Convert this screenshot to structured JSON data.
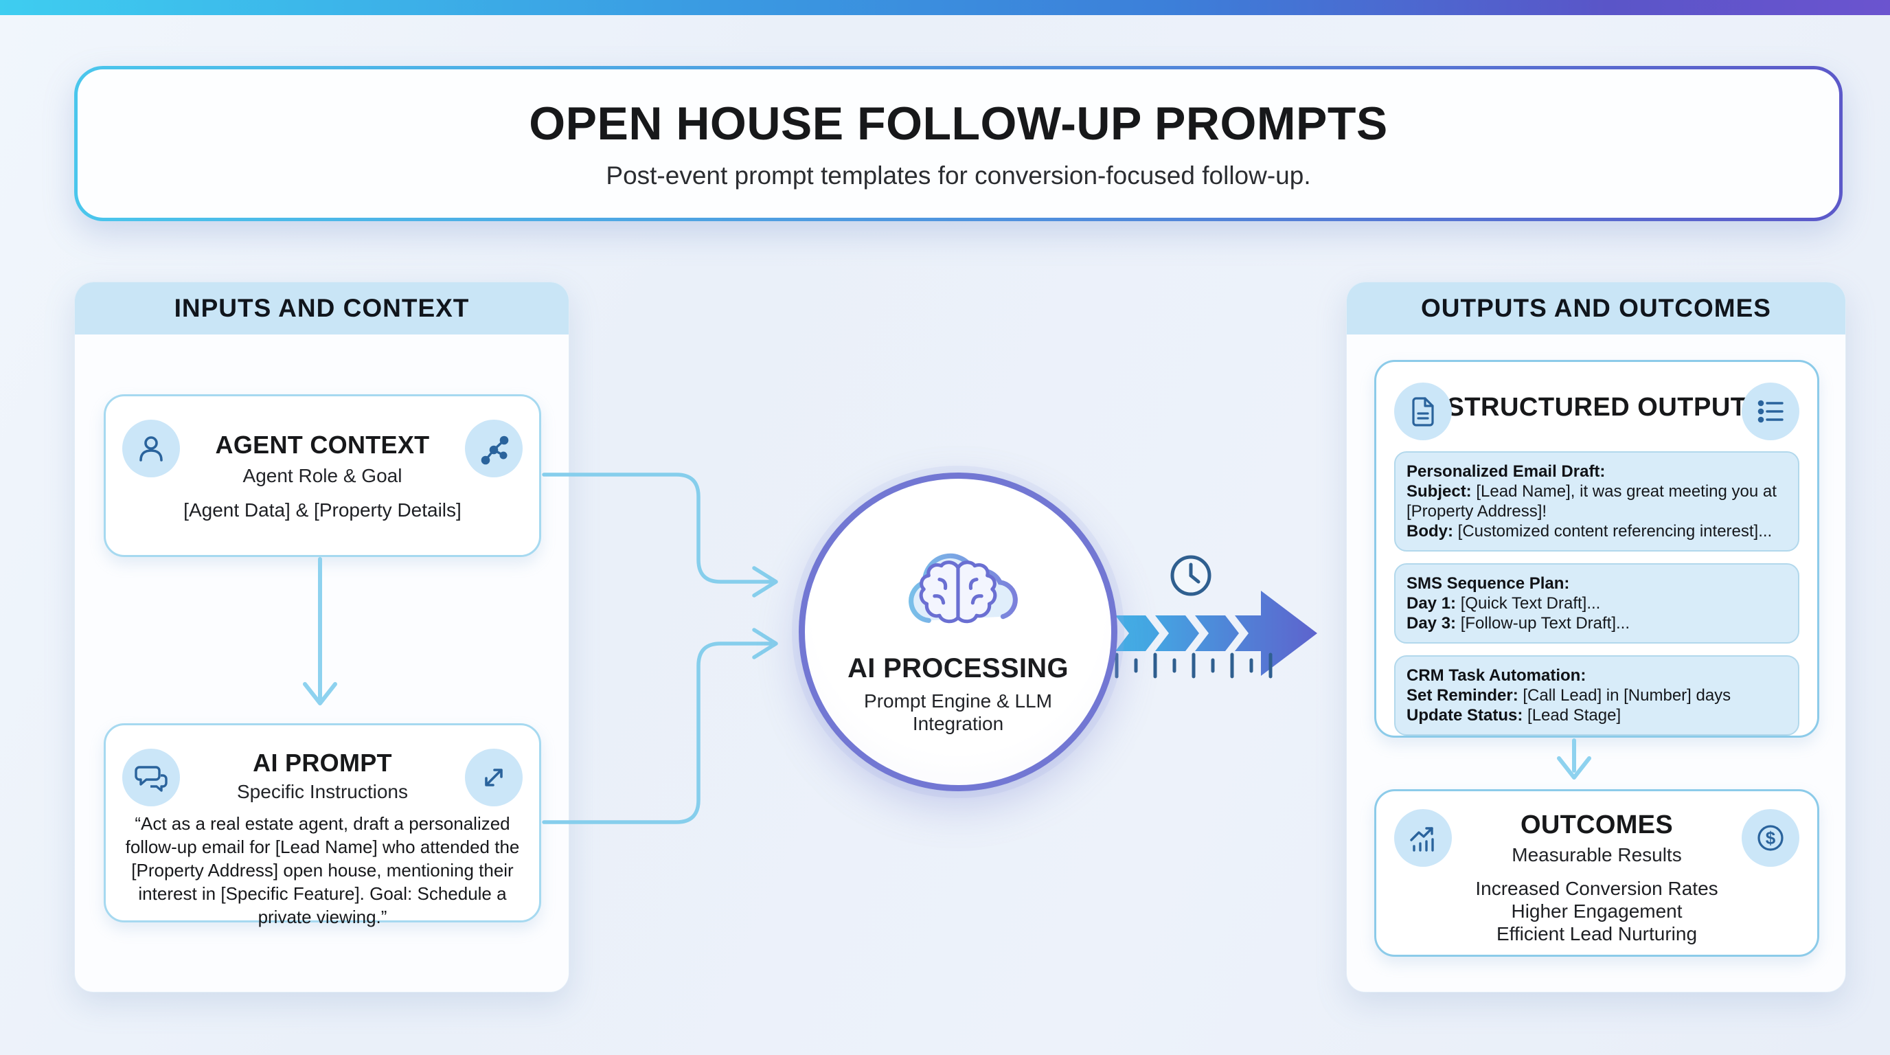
{
  "header": {
    "title": "OPEN HOUSE FOLLOW-UP PROMPTS",
    "subtitle": "Post-event prompt templates for conversion-focused follow-up."
  },
  "inputs_panel": {
    "title": "INPUTS AND CONTEXT",
    "agent_context": {
      "title": "AGENT CONTEXT",
      "subtitle": "Agent Role & Goal",
      "detail": "[Agent Data] & [Property Details]",
      "left_icon": "user-icon",
      "right_icon": "share-network-icon"
    },
    "ai_prompt": {
      "title": "AI PROMPT",
      "subtitle": "Specific Instructions",
      "quote": "“Act as a real estate agent, draft a personalized follow-up email for [Lead Name] who attended the [Property Address] open house, mentioning their interest in [Specific Feature]. Goal: Schedule a private viewing.”",
      "left_icon": "chat-bubbles-icon",
      "right_icon": "expand-arrows-icon"
    }
  },
  "processing": {
    "title": "AI PROCESSING",
    "subtitle_line1": "Prompt Engine & LLM",
    "subtitle_line2": "Integration",
    "icon": "brain-cloud-icon",
    "flow_decorations": [
      "clock-icon",
      "timeline-ticks",
      "chevron-flow-arrow"
    ]
  },
  "outputs_panel": {
    "title": "OUTPUTS AND OUTCOMES",
    "structured_output": {
      "title": "STRUCTURED OUTPUT",
      "left_icon": "document-icon",
      "right_icon": "list-icon",
      "boxes": [
        {
          "lines": [
            {
              "b": "Personalized Email Draft:",
              "t": ""
            },
            {
              "b": "Subject:",
              "t": " [Lead Name], it was great meeting you at [Property Address]!"
            },
            {
              "b": "Body:",
              "t": " [Customized content referencing interest]..."
            }
          ]
        },
        {
          "lines": [
            {
              "b": "SMS Sequence Plan:",
              "t": ""
            },
            {
              "b": "Day 1:",
              "t": " [Quick Text Draft]..."
            },
            {
              "b": "Day 3:",
              "t": " [Follow-up Text Draft]..."
            }
          ]
        },
        {
          "lines": [
            {
              "b": "CRM Task Automation:",
              "t": ""
            },
            {
              "b": "Set Reminder:",
              "t": " [Call Lead] in [Number] days"
            },
            {
              "b": "Update Status:",
              "t": " [Lead Stage]"
            }
          ]
        }
      ]
    },
    "outcomes": {
      "title": "OUTCOMES",
      "subtitle": "Measurable Results",
      "items": [
        "Increased Conversion Rates",
        "Higher Engagement",
        "Efficient Lead Nurturing"
      ],
      "left_icon": "chart-growth-icon",
      "right_icon": "dollar-icon"
    }
  },
  "colors": {
    "accent_cyan": "#3ecdf0",
    "accent_blue": "#3c7fd9",
    "accent_indigo": "#5a55c8",
    "panel_band": "#c9e5f6",
    "card_border_light": "#a6d9f0",
    "subbox_bg": "#d8ecf9",
    "connector": "#86ceec",
    "circle_ring": "#7277d3",
    "icon_stroke": "#2a639c"
  }
}
